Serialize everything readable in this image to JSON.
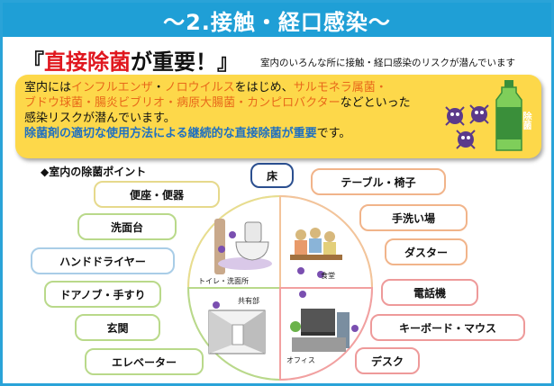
{
  "title": "～2.接触・経口感染～",
  "headline": {
    "open": "『",
    "red": "直接除菌",
    "rest": "が重要！』"
  },
  "subline": "室内のいろんな所に接触・経口感染のリスクが潜んでいます",
  "info": {
    "l1_a": "室内には",
    "l1_b": "インフルエンザ",
    "l1_c": "・",
    "l1_d": "ノロウイルス",
    "l1_e": "をはじめ、",
    "l1_f": "サルモネラ属菌・",
    "l2_a": "ブドウ球菌",
    "l2_b": "・",
    "l2_c": "腸炎ビブリオ",
    "l2_d": "・",
    "l2_e": "病原大腸菌",
    "l2_f": "・",
    "l2_g": "カンピロバクター",
    "l2_h": "などといった",
    "l3": "感染リスクが潜んでいます。",
    "l4_a": "除菌剤の適切な使用方法による継続的な直接除菌が重要",
    "l4_b": "です。",
    "bottle_label": "除菌"
  },
  "section_label": "◆室内の除菌ポイント",
  "points_left": [
    "便座・便器",
    "洗面台",
    "ハンドドライヤー",
    "ドアノブ・手すり",
    "玄関",
    "エレベーター"
  ],
  "points_center": "床",
  "points_right": [
    "テーブル・椅子",
    "手洗い場",
    "ダスター",
    "電話機",
    "キーボード・マウス",
    "デスク"
  ],
  "quadrants": {
    "toilet": "トイレ・洗面所",
    "cafeteria": "食堂",
    "common": "共有部",
    "office": "オフィス"
  },
  "colors": {
    "title_bg": "#1f9fd6",
    "info_bg": "#fdd84a",
    "accent_red": "#e0171f",
    "accent_orange": "#e8691a",
    "accent_blue": "#1f70c1"
  }
}
